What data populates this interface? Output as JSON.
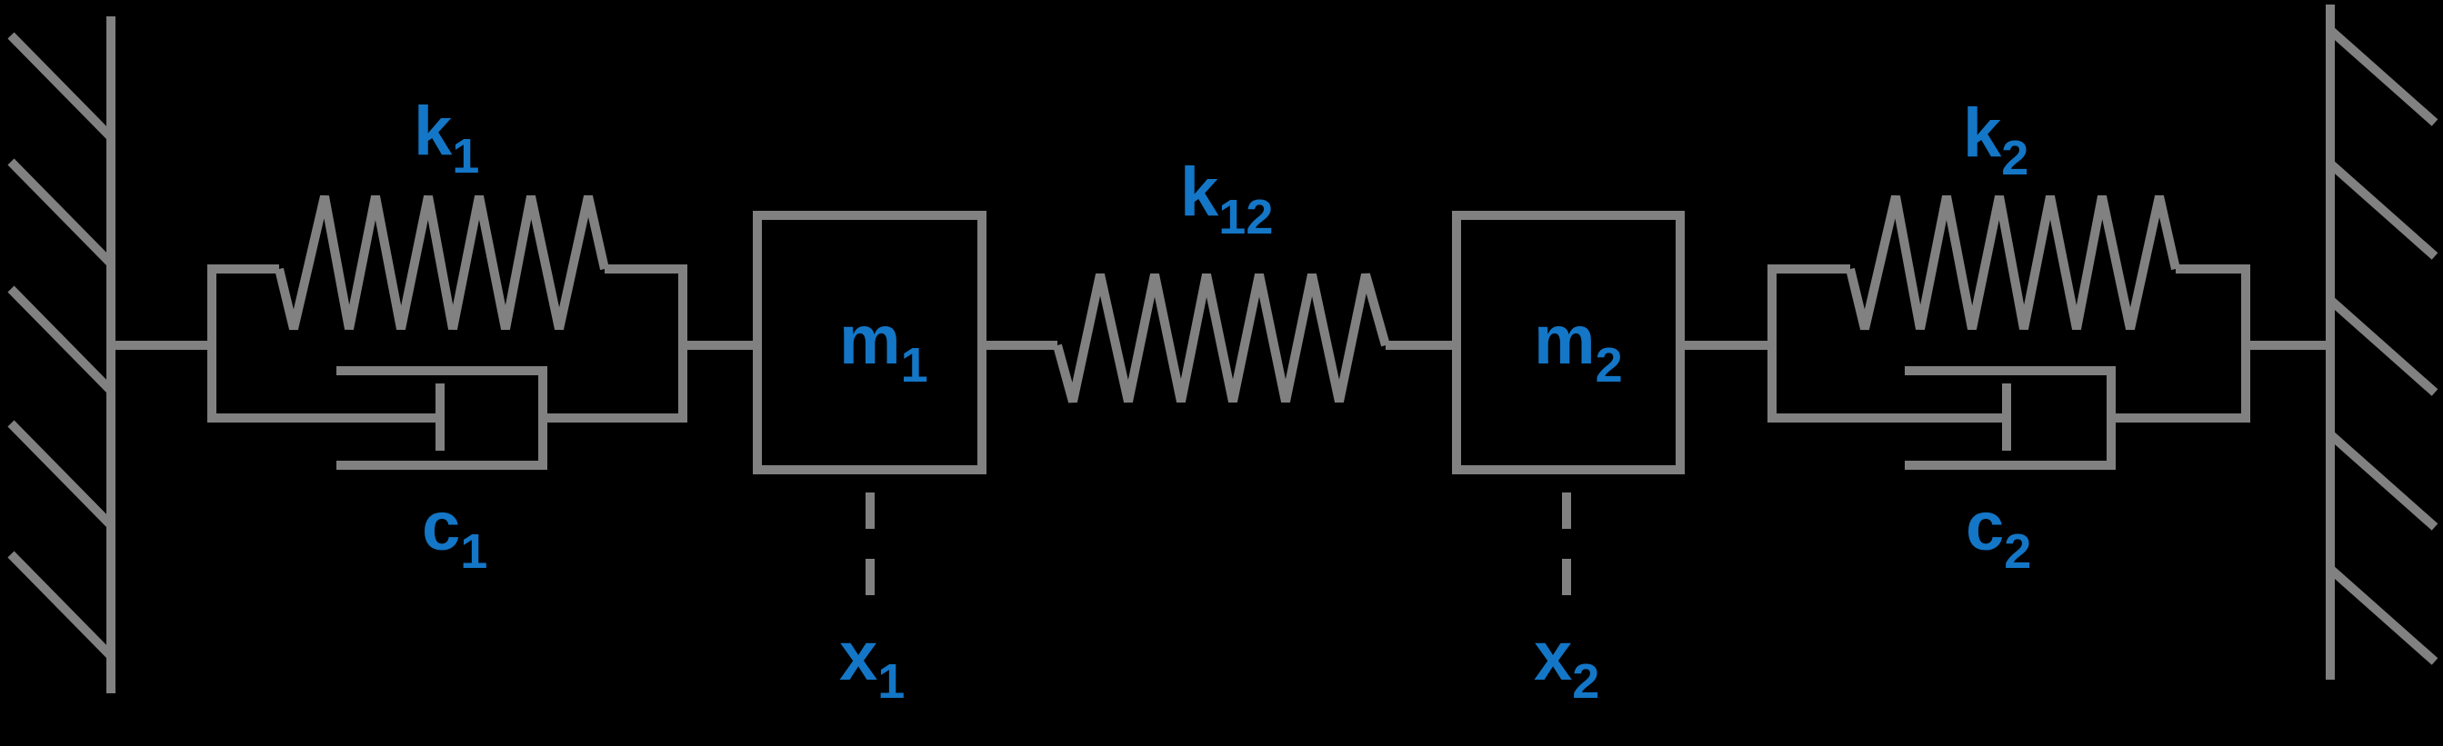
{
  "labels": {
    "k1": {
      "base": "k",
      "sub": "1"
    },
    "c1": {
      "base": "c",
      "sub": "1"
    },
    "m1": {
      "base": "m",
      "sub": "1"
    },
    "x1": {
      "base": "x",
      "sub": "1"
    },
    "k12": {
      "base": "k",
      "sub": "12"
    },
    "m2": {
      "base": "m",
      "sub": "2"
    },
    "k2": {
      "base": "k",
      "sub": "2"
    },
    "c2": {
      "base": "c",
      "sub": "2"
    },
    "x2": {
      "base": "x",
      "sub": "2"
    }
  },
  "colors": {
    "line": "#818181",
    "label": "#1476C6",
    "background": "#000000"
  }
}
